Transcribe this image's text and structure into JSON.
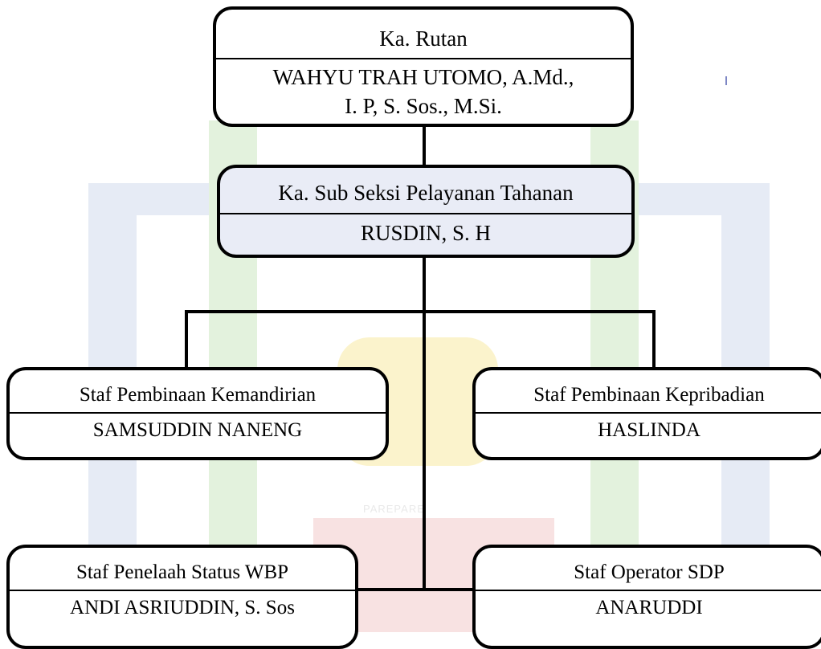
{
  "org_chart": {
    "head": {
      "title": "Ka. Rutan",
      "name_line1": "WAHYU TRAH UTOMO, A.Md.,",
      "name_line2": "I. P, S. Sos., M.Si."
    },
    "sub_head": {
      "title": "Ka. Sub Seksi Pelayanan Tahanan",
      "name": "RUSDIN, S. H"
    },
    "staff": [
      {
        "title": "Staf Pembinaan Kemandirian",
        "name": "SAMSUDDIN NANENG"
      },
      {
        "title": "Staf Pembinaan Kepribadian",
        "name": "HASLINDA"
      },
      {
        "title": "Staf Penelaah Status WBP",
        "name": "ANDI ASRIUDDIN, S. Sos"
      },
      {
        "title": "Staf Operator SDP",
        "name": "ANARUDDI"
      }
    ]
  },
  "watermark": {
    "text": "PAREPARE"
  }
}
